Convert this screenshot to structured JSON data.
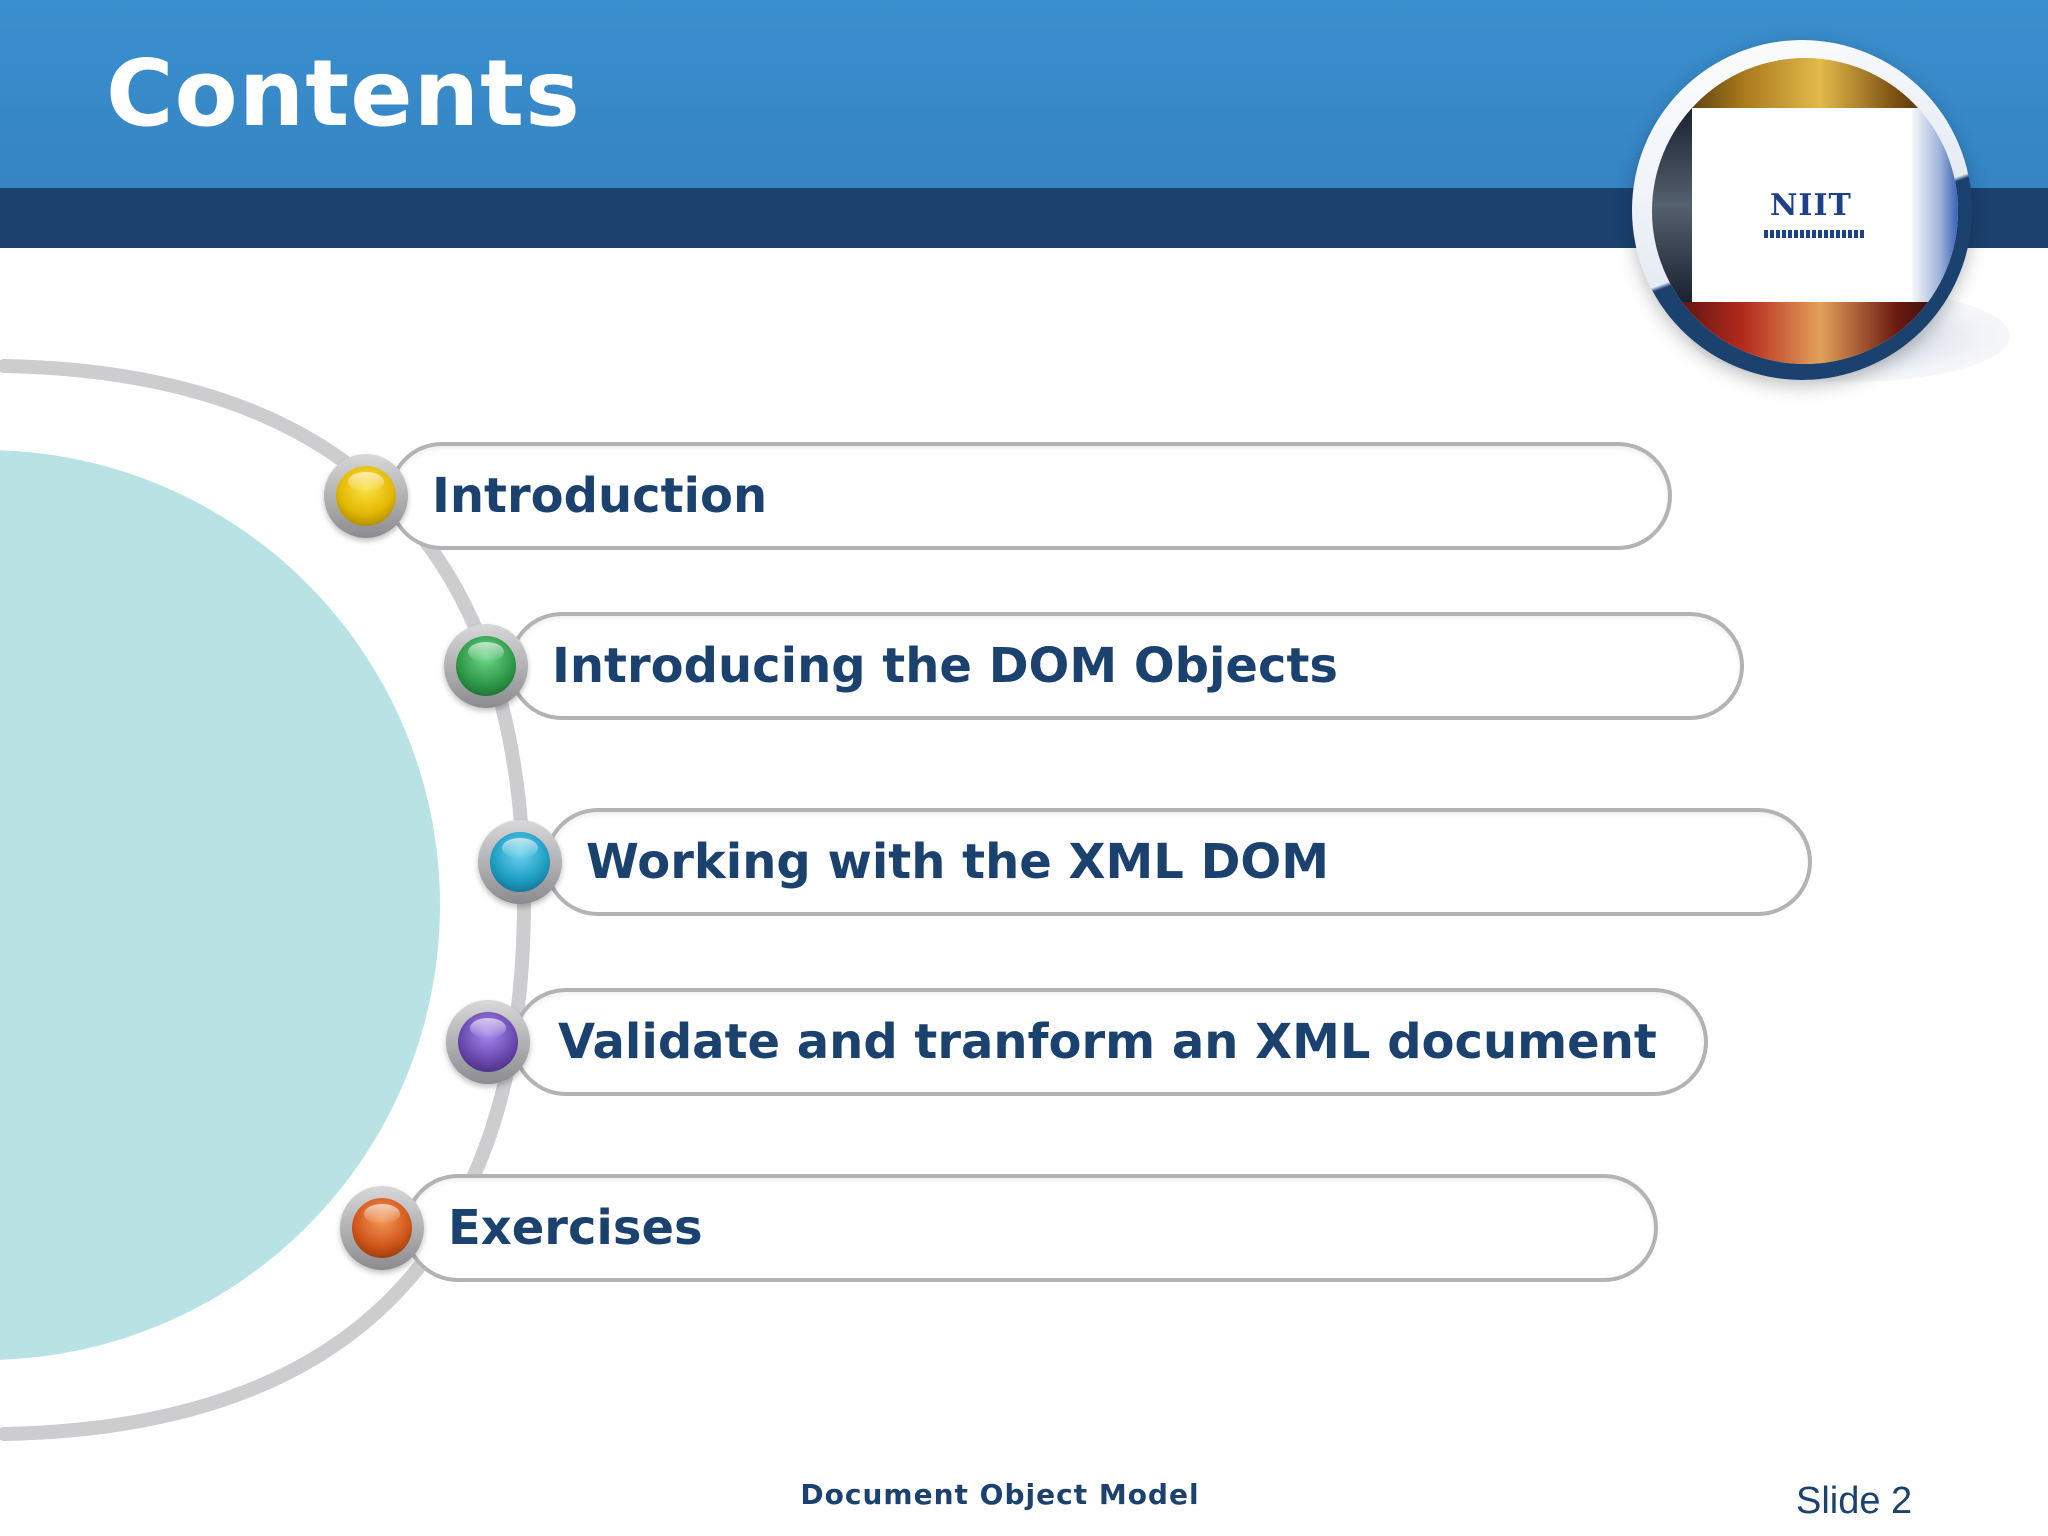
{
  "slide": {
    "title": "Contents",
    "logo_text": "NIIT",
    "items": [
      {
        "label": "Introduction",
        "color": "#e2b800"
      },
      {
        "label": "Introducing the DOM Objects",
        "color": "#2f9a4a"
      },
      {
        "label": "Working with the XML DOM",
        "color": "#1e9fc4"
      },
      {
        "label": "Validate and tranform an XML document",
        "color": "#6a4ab0"
      },
      {
        "label": "Exercises",
        "color": "#d2571a"
      }
    ]
  },
  "footer": {
    "title": "Document Object Model",
    "slide_number": "Slide 2"
  },
  "colors": {
    "header": "#3a8fcd",
    "header_stripe": "#1b416f",
    "text_primary": "#1b416f",
    "circle": "#b9e2e4"
  }
}
